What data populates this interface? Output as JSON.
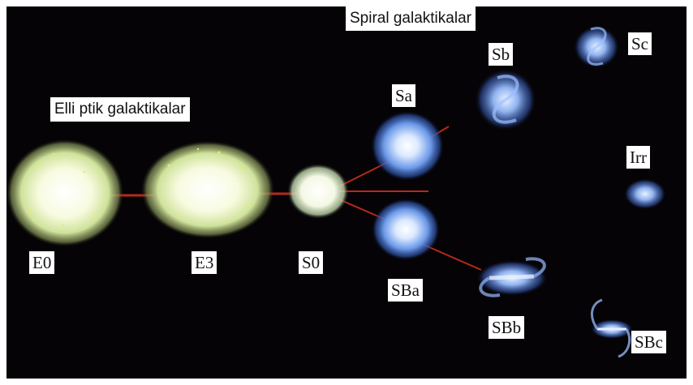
{
  "headings": {
    "elliptical": "Elli ptik galaktikalar",
    "spiral": "Spiral galaktikalar"
  },
  "galaxies": {
    "E0": "E0",
    "E3": "E3",
    "S0": "S0",
    "Sa": "Sa",
    "Sb": "Sb",
    "Sc": "Sc",
    "SBa": "SBa",
    "SBb": "SBb",
    "SBc": "SBc",
    "Irr": "Irr"
  },
  "colors": {
    "background": "#050305",
    "connector": "#b8281a",
    "elliptical_core": "#ffffff",
    "elliptical_halo": "#d8e8a0",
    "spiral_core": "#dfeeff",
    "spiral_halo": "#4f7fd6"
  }
}
